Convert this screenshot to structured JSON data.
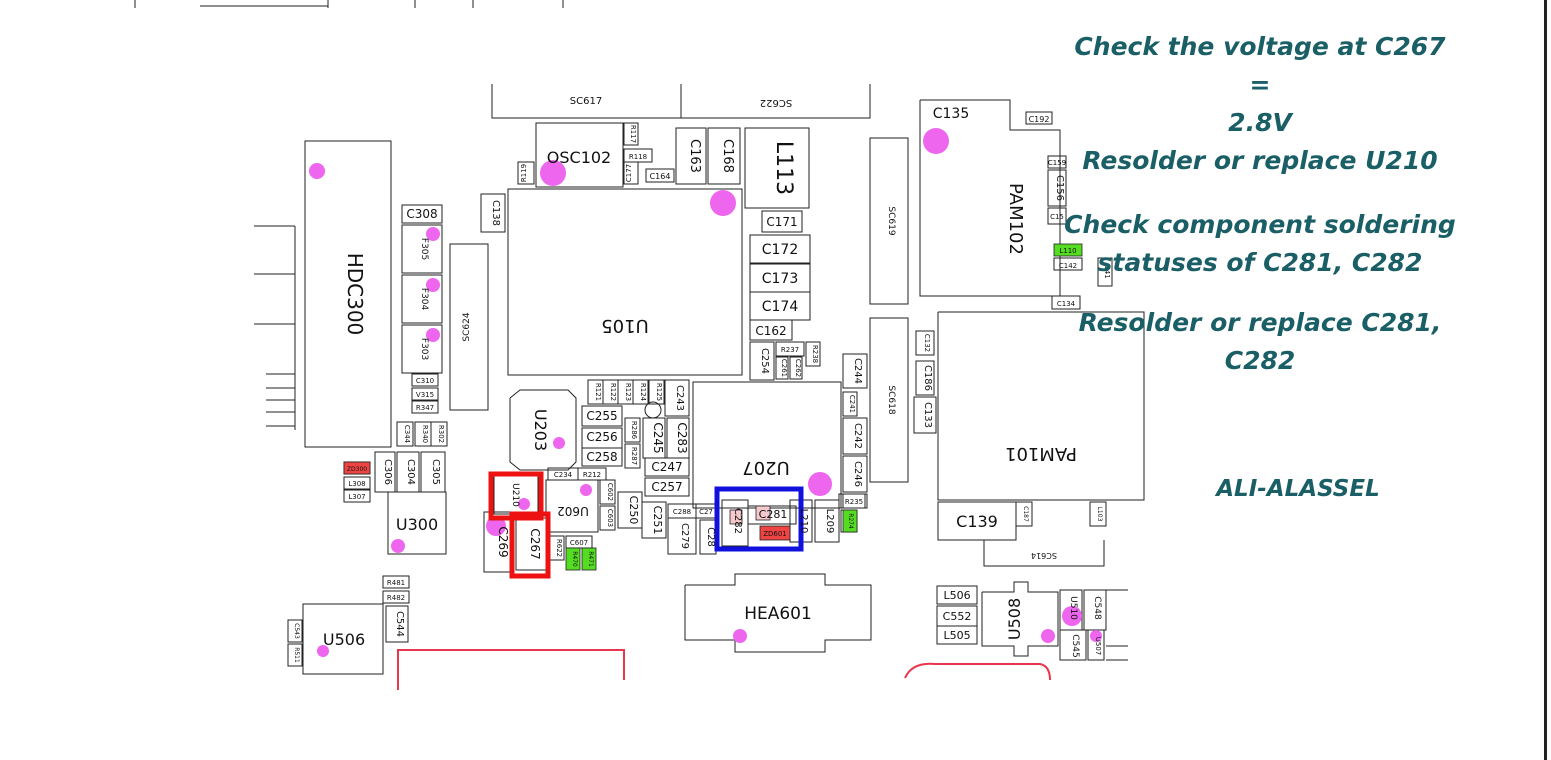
{
  "notes": {
    "line1": "Check the voltage at C267",
    "line2": "=",
    "line3": "2.8V",
    "line4": "Resolder or replace U210",
    "line5": "Check component soldering",
    "line6": "statuses of C281, C282",
    "line7": "Resolder or replace C281,",
    "line8": "C282",
    "author": "ALI-ALASSEL"
  },
  "colors": {
    "text": "#1a5e66",
    "pad": "#ee66ee",
    "highlight_red": "#ee1111",
    "highlight_blue": "#1111dd",
    "green_part": "#55dd22",
    "red_part": "#ee4444",
    "outline": "#222222"
  },
  "parts": {
    "SC617": "SC617",
    "SC622": "SC622",
    "C135": "C135",
    "C192": "C192",
    "OSC102": "OSC102",
    "R117": "R117",
    "R118": "R118",
    "R119": "R119",
    "C177": "C177",
    "C164": "C164",
    "C163": "C163",
    "C168": "C168",
    "L113": "L113",
    "HDC300": "HDC300",
    "C308": "C308",
    "F305": "F305",
    "F304": "F304",
    "F303": "F303",
    "SC624": "SC624",
    "C138": "C138",
    "U105": "U105",
    "C171": "C171",
    "C172": "C172",
    "C173": "C173",
    "C174": "C174",
    "C162": "C162",
    "C254": "C254",
    "R237": "R237",
    "R238": "R238",
    "C261": "C261",
    "C262": "C262",
    "SC619": "SC619",
    "PAM102": "PAM102",
    "C159": "C159",
    "C156": "C156",
    "C15x": "C15",
    "L110": "L110",
    "C142": "C142",
    "L141": "141",
    "C134": "C134",
    "C132": "C132",
    "C186": "C186",
    "C133": "C133",
    "SC618": "SC618",
    "PAM101": "PAM101",
    "C310": "C310",
    "V315": "V315",
    "R347": "R347",
    "C344": "C344",
    "R340": "R340",
    "R302": "R302",
    "U203": "U203",
    "R121": "R121",
    "R122": "R122",
    "R123": "R123",
    "R124": "R124",
    "R125": "R125",
    "C243": "C243",
    "C255": "C255",
    "C256": "C256",
    "C258": "C258",
    "R286": "R286",
    "R287": "R287",
    "C245": "C245",
    "C283": "C283",
    "U207": "U207",
    "C244": "C244",
    "C241": "C241",
    "C242": "C242",
    "C246": "C246",
    "C247": "C247",
    "C257": "C257",
    "C234": "C234",
    "R212": "R212",
    "ZD300": "ZD300",
    "L308": "L308",
    "L307": "L307",
    "C306": "C306",
    "C304": "C304",
    "C305": "C305",
    "U210": "U210",
    "U602": "U602",
    "C602": "C602",
    "C603": "C603",
    "C250": "C250",
    "C251": "C251",
    "C288": "C288",
    "C27x": "C27",
    "C279": "C279",
    "C28x": "C28",
    "C282": "C282",
    "C281": "C281",
    "ZD601": "ZD601",
    "L210": "L210",
    "L209": "L209",
    "R235": "R235",
    "R274": "R274",
    "U300": "U300",
    "C269": "C269",
    "C267": "C267",
    "R622": "R622",
    "C607": "C607",
    "R470": "R470",
    "R471": "R471",
    "C139": "C139",
    "C187": "C187",
    "L103": "L103",
    "SC614": "SC614",
    "HEA601": "HEA601",
    "R481": "R481",
    "R482": "R482",
    "C543": "C543",
    "R511": "R511",
    "U506": "U506",
    "C544": "C544",
    "L506": "L506",
    "C552": "C552",
    "L505": "L505",
    "U508": "U508",
    "U510": "U510",
    "C548": "C548",
    "C545": "C545",
    "U507": "U507"
  }
}
